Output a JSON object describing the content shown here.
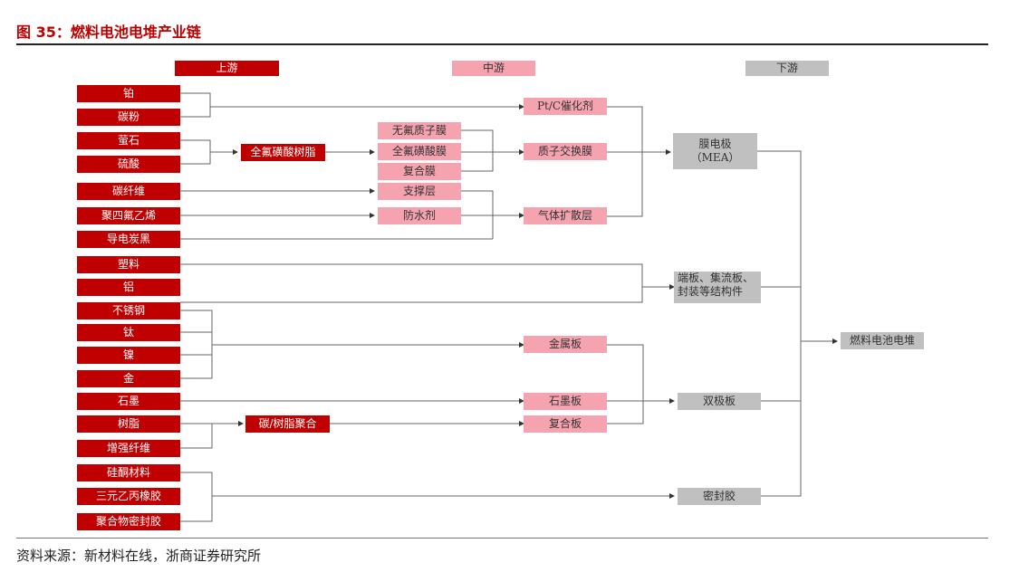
{
  "title": "图 35：燃料电池电堆产业链",
  "source": "资料来源：新材料在线，浙商证券研究所",
  "headers": {
    "upstream": "上游",
    "midstream": "中游",
    "downstream": "下游"
  },
  "upstream": {
    "platinum": "铂",
    "carbon_powder": "碳粉",
    "fluorite": "萤石",
    "sulfuric_acid": "硫酸",
    "carbon_fiber": "碳纤维",
    "ptfe": "聚四氟乙烯",
    "carbon_black": "导电炭黑",
    "plastic": "塑料",
    "aluminum": "铝",
    "stainless_steel": "不锈钢",
    "titanium": "钛",
    "nickel": "镍",
    "gold": "金",
    "graphite": "石墨",
    "resin": "树脂",
    "reinforced_fiber": "增强纤维",
    "silicone": "硅酮材料",
    "epdm": "三元乙丙橡胶",
    "polymer_sealant": "聚合物密封胶",
    "pfsa_resin": "全氟磺酸树脂",
    "carbon_resin_composite": "碳/树脂聚合"
  },
  "midstream": {
    "fluorine_free_membrane": "无氟质子膜",
    "pfsa_membrane": "全氟磺酸膜",
    "composite_membrane": "复合膜",
    "support_layer": "支撑层",
    "waterproof_agent": "防水剂",
    "pt_c_catalyst": "Pt/C催化剂",
    "proton_exchange_membrane": "质子交换膜",
    "gas_diffusion_layer": "气体扩散层",
    "metal_plate": "金属板",
    "graphite_plate": "石墨板",
    "composite_plate": "复合板"
  },
  "downstream": {
    "mea_line1": "膜电极",
    "mea_line2": "（MEA）",
    "end_plates_line1": "端板、集流板、",
    "end_plates_line2": "封装等结构件",
    "bipolar_plate": "双极板",
    "sealant": "密封胶",
    "fuel_cell_stack": "燃料电池电堆"
  },
  "colors": {
    "upstream": "#c00000",
    "midstream": "#f6a3b0",
    "downstream": "#c0c0c0",
    "title": "#c00000"
  }
}
